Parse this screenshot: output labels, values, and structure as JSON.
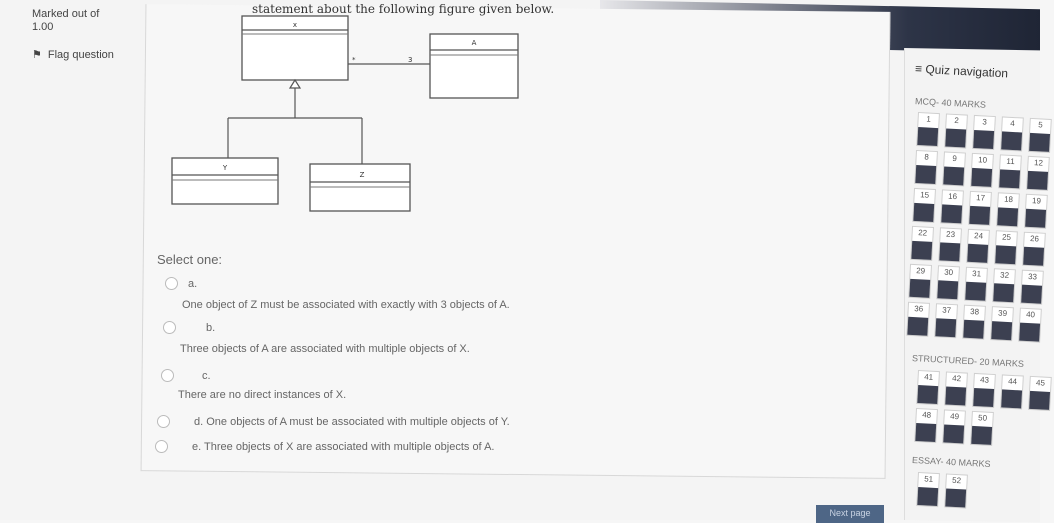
{
  "info": {
    "marked_out_of": "Marked out of",
    "mark_value": "1.00",
    "flag_label": "Flag question"
  },
  "question": {
    "text": "statement about the following figure given below.",
    "diagram": {
      "class_x": "x",
      "class_a": "A",
      "class_y": "Y",
      "class_z": "Z",
      "mult_x": "*",
      "mult_a": "3"
    },
    "select_one": "Select one:",
    "options": [
      {
        "letter": "a.",
        "text": "One object of Z must be associated with exactly with 3 objects of  A."
      },
      {
        "letter": "b.",
        "text": "Three objects of A are associated with multiple objects of X."
      },
      {
        "letter": "c.",
        "text": "There are no direct instances of X."
      },
      {
        "letter": "",
        "text": "d. One objects of A must be associated with multiple objects of Y."
      },
      {
        "letter": "",
        "text": "e. Three objects of X are associated with multiple objects of A."
      }
    ]
  },
  "nav": {
    "title": "Quiz navigation",
    "sections": [
      {
        "label": "MCQ- 40 MARKS",
        "rows": [
          [
            "1",
            "2",
            "3",
            "4",
            "5"
          ],
          [
            "8",
            "9",
            "10",
            "11",
            "12"
          ],
          [
            "15",
            "16",
            "17",
            "18",
            "19"
          ],
          [
            "22",
            "23",
            "24",
            "25",
            "26"
          ],
          [
            "29",
            "30",
            "31",
            "32",
            "33"
          ],
          [
            "36",
            "37",
            "38",
            "39",
            "40"
          ]
        ]
      },
      {
        "label": "STRUCTURED- 20 MARKS",
        "rows": [
          [
            "41",
            "42",
            "43",
            "44",
            "45"
          ],
          [
            "48",
            "49",
            "50"
          ]
        ]
      },
      {
        "label": "ESSAY- 40 MARKS",
        "rows": [
          [
            "51",
            "52"
          ]
        ]
      }
    ],
    "next_label": "Next page"
  }
}
